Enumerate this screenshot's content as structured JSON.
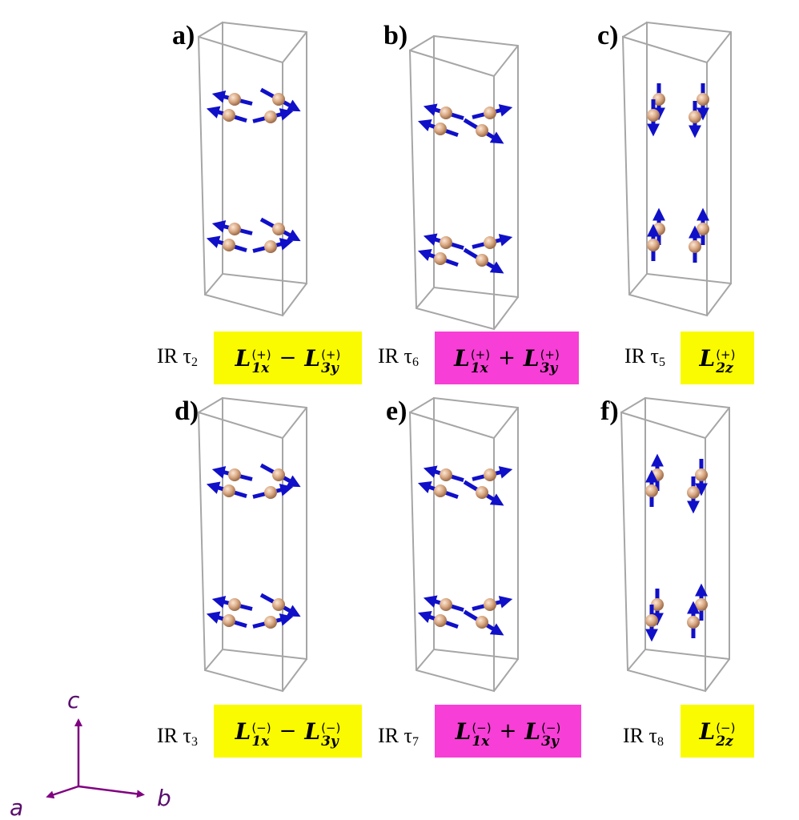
{
  "colors": {
    "box_yellow": "#fafa00",
    "box_magenta": "#f73ed6",
    "cell_edge": "#a6a6a6",
    "atom": "#d9a882",
    "arrow": "#1010c8",
    "axes": "#800080"
  },
  "axes": {
    "a": "a",
    "b": "b",
    "c": "c"
  },
  "panels": [
    {
      "label": "a)",
      "ir_text": "IR τ",
      "ir_sub": "2",
      "term1": {
        "L": "L",
        "sup": "(+)",
        "sub": "1x"
      },
      "op": "−",
      "term2": {
        "L": "L",
        "sup": "(+)",
        "sub": "3y"
      },
      "box_color": "yellow"
    },
    {
      "label": "b)",
      "ir_text": "IR τ",
      "ir_sub": "6",
      "term1": {
        "L": "L",
        "sup": "(+)",
        "sub": "1x"
      },
      "op": "+",
      "term2": {
        "L": "L",
        "sup": "(+)",
        "sub": "3y"
      },
      "box_color": "magenta"
    },
    {
      "label": "c)",
      "ir_text": "IR τ",
      "ir_sub": "5",
      "term1": {
        "L": "L",
        "sup": "(+)",
        "sub": "2z"
      },
      "box_color": "yellow"
    },
    {
      "label": "d)",
      "ir_text": "IR τ",
      "ir_sub": "3",
      "term1": {
        "L": "L",
        "sup": "(−)",
        "sub": "1x"
      },
      "op": "−",
      "term2": {
        "L": "L",
        "sup": "(−)",
        "sub": "3y"
      },
      "box_color": "yellow"
    },
    {
      "label": "e)",
      "ir_text": "IR τ",
      "ir_sub": "7",
      "term1": {
        "L": "L",
        "sup": "(−)",
        "sub": "1x"
      },
      "op": "+",
      "term2": {
        "L": "L",
        "sup": "(−)",
        "sub": "3y"
      },
      "box_color": "magenta"
    },
    {
      "label": "f)",
      "ir_text": "IR τ",
      "ir_sub": "8",
      "term1": {
        "L": "L",
        "sup": "(−)",
        "sub": "2z"
      },
      "box_color": "yellow"
    }
  ]
}
